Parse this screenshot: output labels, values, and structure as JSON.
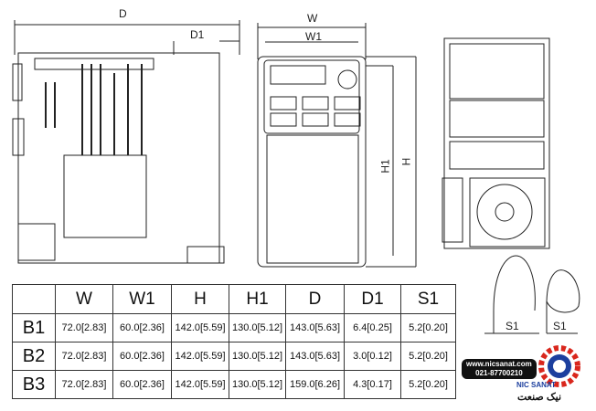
{
  "dimension_labels": {
    "D": "D",
    "D1": "D1",
    "W": "W",
    "W1": "W1",
    "H1": "H1",
    "H": "H",
    "S1_left": "S1",
    "S1_right": "S1"
  },
  "table": {
    "headers": [
      "",
      "W",
      "W1",
      "H",
      "H1",
      "D",
      "D1",
      "S1"
    ],
    "rows": [
      {
        "frame": "B1",
        "values": [
          "72.0[2.83]",
          "60.0[2.36]",
          "142.0[5.59]",
          "130.0[5.12]",
          "143.0[5.63]",
          "6.4[0.25]",
          "5.2[0.20]"
        ]
      },
      {
        "frame": "B2",
        "values": [
          "72.0[2.83]",
          "60.0[2.36]",
          "142.0[5.59]",
          "130.0[5.12]",
          "143.0[5.63]",
          "3.0[0.12]",
          "5.2[0.20]"
        ]
      },
      {
        "frame": "B3",
        "values": [
          "72.0[2.83]",
          "60.0[2.36]",
          "142.0[5.59]",
          "130.0[5.12]",
          "159.0[6.26]",
          "4.3[0.17]",
          "5.2[0.20]"
        ]
      }
    ]
  },
  "logo": {
    "url": "www.nicsanat.com",
    "phone": "021-87700210",
    "name": "NIC SANAT",
    "name_fa": "نیک صنعت",
    "colors": {
      "gear": "#d9261c",
      "blue": "#1c3f9e"
    }
  }
}
